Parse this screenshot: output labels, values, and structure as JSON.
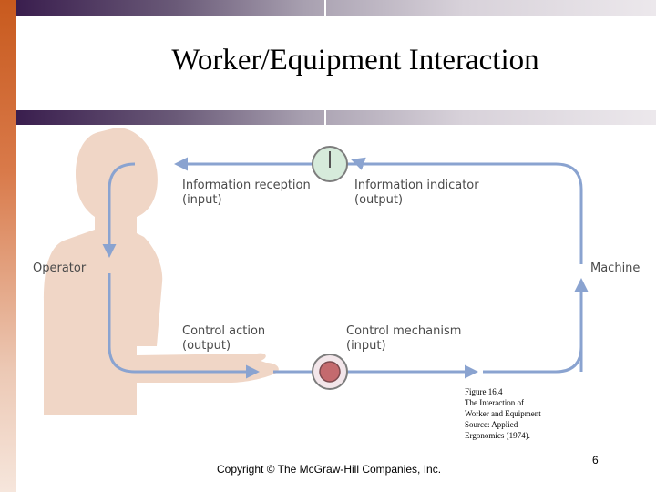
{
  "slide": {
    "title": "Worker/Equipment Interaction",
    "copyright": "Copyright © The McGraw-Hill Companies, Inc.",
    "page_number": "6"
  },
  "diagram": {
    "operator_label": "Operator",
    "machine_label": "Machine",
    "info_reception": [
      "Information reception",
      "(input)"
    ],
    "info_indicator": [
      "Information indicator",
      "(output)"
    ],
    "control_action": [
      "Control action",
      "(output)"
    ],
    "control_mechanism": [
      "Control mechanism",
      "(input)"
    ],
    "icons": {
      "indicator": "dial-gauge-icon",
      "control": "knob-control-icon",
      "operator": "human-silhouette-icon"
    },
    "colors": {
      "arrow": "#8aa3d0",
      "silhouette": "#f0d6c6",
      "dial_face": "#d6ebdb",
      "knob": "#c46a6e"
    }
  },
  "figure_caption": [
    "Figure 16.4",
    "The Interaction of",
    "Worker and Equipment",
    "Source: Applied",
    "Ergonomics (1974)."
  ]
}
